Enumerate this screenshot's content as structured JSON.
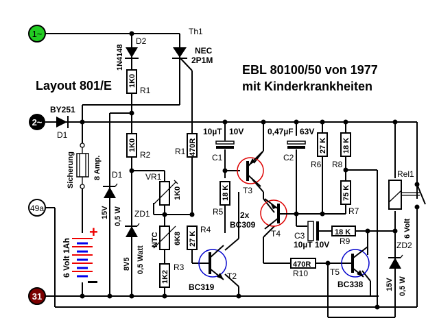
{
  "title": {
    "line1": "EBL 80100/50 von 1977",
    "line2": "mit Kinderkrankheiten",
    "layout": "Layout 801/E"
  },
  "terminals": {
    "t1": {
      "label": "1~",
      "color": "#22cc22"
    },
    "t2": {
      "label": "2~",
      "color": "#000000"
    },
    "t49a": {
      "label": "49a",
      "color": "#ffffff"
    },
    "t31": {
      "label": "31",
      "color": "#7a0000"
    }
  },
  "components": {
    "d2": {
      "ref": "D2",
      "value": "1N4148"
    },
    "th1": {
      "ref": "Th1",
      "value1": "NEC",
      "value2": "2P1M"
    },
    "r1": {
      "ref": "R1",
      "value": "1K0"
    },
    "d1_bridge": {
      "ref": "D1",
      "value": "BY251"
    },
    "fuse": {
      "label": "Sicherung",
      "value": "8 Amp."
    },
    "r2": {
      "ref": "R2",
      "value": "1K0"
    },
    "r1b": {
      "ref": "R1",
      "value": "470R"
    },
    "zener_d1": {
      "ref": "D1",
      "v": "15V",
      "p": "0,5 W"
    },
    "vr1": {
      "ref": "VR1",
      "value": "1K0"
    },
    "zd1": {
      "ref": "ZD1",
      "v": "8V5",
      "p": "0,5 Watt"
    },
    "ntc": {
      "label": "NTC",
      "value": "6K8"
    },
    "r3": {
      "ref": "R3",
      "value": "1K2"
    },
    "r4": {
      "ref": "R4",
      "value": "27 K"
    },
    "battery": {
      "label": "6 Volt 1Ah",
      "plus": "+",
      "minus": "−"
    },
    "c1": {
      "ref": "C1",
      "value": "10µT",
      "voltage": "10V"
    },
    "r5": {
      "ref": "R5",
      "value": "18 K"
    },
    "t3": {
      "ref": "T3"
    },
    "t4": {
      "ref": "T4"
    },
    "t34_type": {
      "count": "2x",
      "type": "BC309"
    },
    "t2": {
      "ref": "T2",
      "type": "BC319"
    },
    "c2": {
      "ref": "C2",
      "value": "0,47µF",
      "voltage": "63V"
    },
    "r6": {
      "ref": "R6",
      "value": "27 K"
    },
    "r8": {
      "ref": "R8",
      "value": "18 K"
    },
    "r7": {
      "ref": "R7",
      "value": "75 K"
    },
    "c3": {
      "ref": "C3",
      "value": "10µT 10V"
    },
    "r9": {
      "ref": "R9",
      "value": "18 K"
    },
    "r10": {
      "ref": "R10",
      "value": "470R"
    },
    "t5": {
      "ref": "T5",
      "type": "BC338"
    },
    "rel1": {
      "ref": "Rel1",
      "voltage": "6 Volt"
    },
    "zd2": {
      "ref": "ZD2",
      "v": "15V",
      "p": "0,5 W"
    }
  },
  "colors": {
    "pnp_circle": "#dd0000",
    "npn_circle": "#0000cc",
    "battery_pos": "#ee0000",
    "battery_neg": "#0000ee"
  }
}
